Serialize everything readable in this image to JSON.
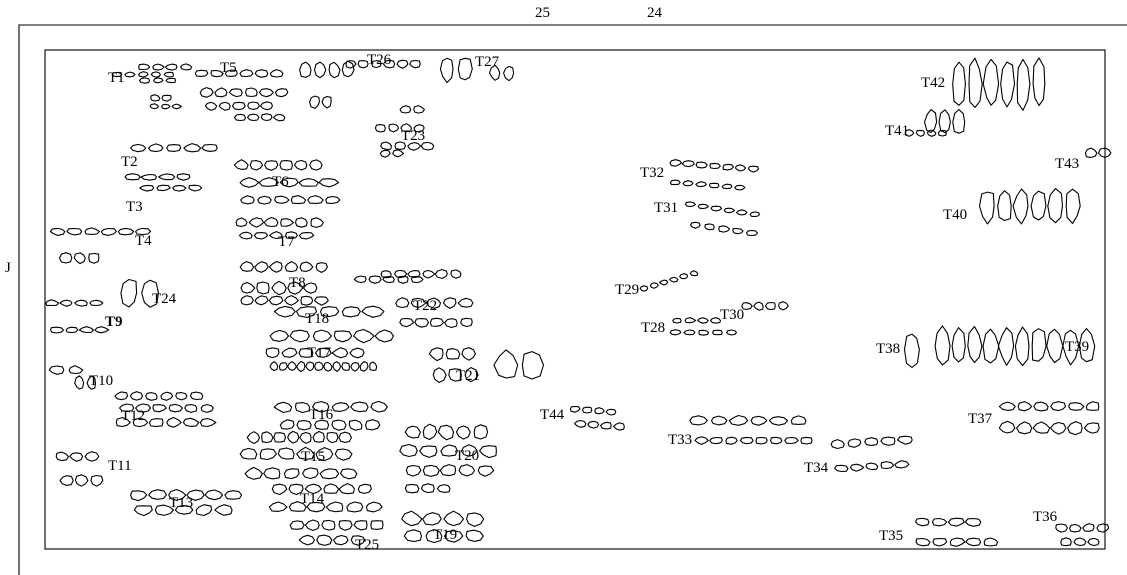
{
  "grid_labels": {
    "top_left": "25",
    "top_right": "24",
    "left": "J"
  },
  "trenches": [
    {
      "id": "T1",
      "label": "T1"
    },
    {
      "id": "T2",
      "label": "T2"
    },
    {
      "id": "T3",
      "label": "T3"
    },
    {
      "id": "T4",
      "label": "T4"
    },
    {
      "id": "T5",
      "label": "T5"
    },
    {
      "id": "T6",
      "label": "T6"
    },
    {
      "id": "T7",
      "label": "T7"
    },
    {
      "id": "T8",
      "label": "T8"
    },
    {
      "id": "T9",
      "label": "T9"
    },
    {
      "id": "T10",
      "label": "T10"
    },
    {
      "id": "T11",
      "label": "T11"
    },
    {
      "id": "T12",
      "label": "T12"
    },
    {
      "id": "T13",
      "label": "T13"
    },
    {
      "id": "T14",
      "label": "T14"
    },
    {
      "id": "T15",
      "label": "T15"
    },
    {
      "id": "T16",
      "label": "T16"
    },
    {
      "id": "T17",
      "label": "T17"
    },
    {
      "id": "T18",
      "label": "T18"
    },
    {
      "id": "T19",
      "label": "T19"
    },
    {
      "id": "T20",
      "label": "T20"
    },
    {
      "id": "T21",
      "label": "T21"
    },
    {
      "id": "T22",
      "label": "T22"
    },
    {
      "id": "T23",
      "label": "T23"
    },
    {
      "id": "T24",
      "label": "T24"
    },
    {
      "id": "T25",
      "label": "T25"
    },
    {
      "id": "T26",
      "label": "T26"
    },
    {
      "id": "T27",
      "label": "T27"
    },
    {
      "id": "T28",
      "label": "T28"
    },
    {
      "id": "T29",
      "label": "T29"
    },
    {
      "id": "T30",
      "label": "T30"
    },
    {
      "id": "T31",
      "label": "T31"
    },
    {
      "id": "T32",
      "label": "T32"
    },
    {
      "id": "T33",
      "label": "T33"
    },
    {
      "id": "T34",
      "label": "T34"
    },
    {
      "id": "T35",
      "label": "T35"
    },
    {
      "id": "T36",
      "label": "T36"
    },
    {
      "id": "T37",
      "label": "T37"
    },
    {
      "id": "T38",
      "label": "T38"
    },
    {
      "id": "T39",
      "label": "T39"
    },
    {
      "id": "T40",
      "label": "T40"
    },
    {
      "id": "T41",
      "label": "T41"
    },
    {
      "id": "T42",
      "label": "T42"
    },
    {
      "id": "T43",
      "label": "T43"
    },
    {
      "id": "T44",
      "label": "T44"
    }
  ]
}
